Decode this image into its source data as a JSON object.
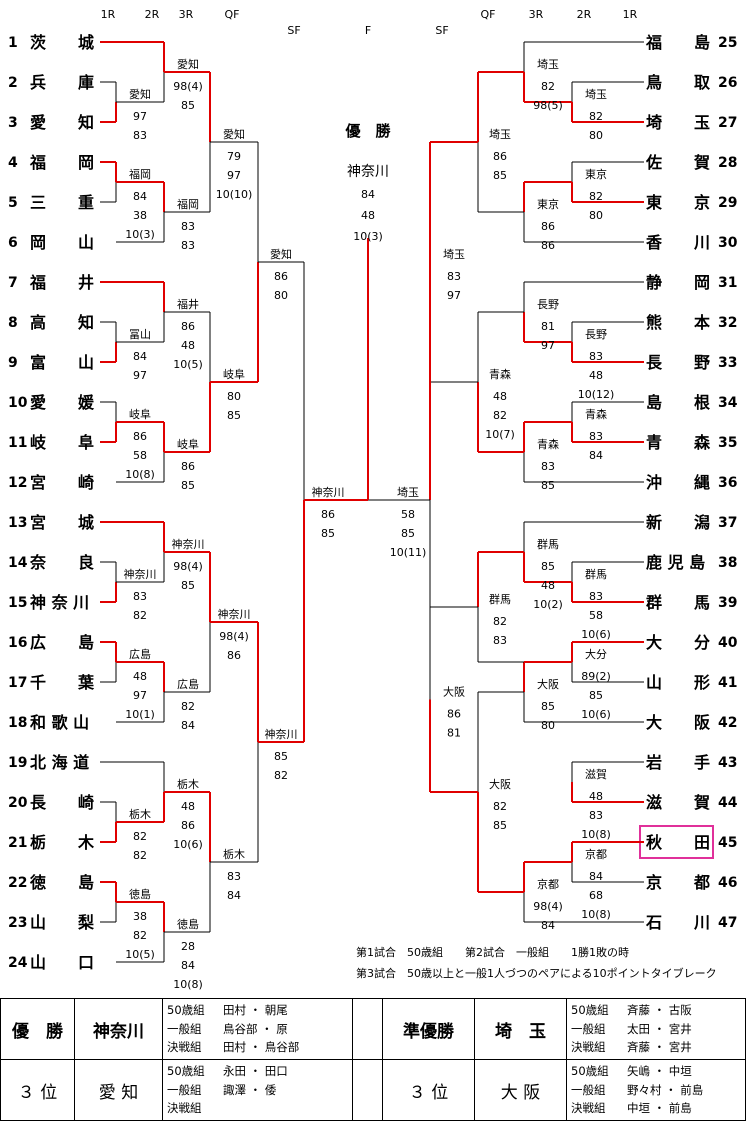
{
  "round_labels": {
    "left": [
      "1R",
      "2R",
      "3R",
      "QF"
    ],
    "right": [
      "QF",
      "3R",
      "2R",
      "1R"
    ],
    "center": [
      "SF",
      "F",
      "SF"
    ]
  },
  "champion": {
    "title": "優　勝",
    "name": "神奈川",
    "scores": [
      "84",
      "48",
      "10(3)"
    ]
  },
  "left_teams": [
    {
      "num": "1",
      "name": "茨　　城"
    },
    {
      "num": "2",
      "name": "兵　　庫"
    },
    {
      "num": "3",
      "name": "愛　　知"
    },
    {
      "num": "4",
      "name": "福　　岡"
    },
    {
      "num": "5",
      "name": "三　　重"
    },
    {
      "num": "6",
      "name": "岡　　山"
    },
    {
      "num": "7",
      "name": "福　　井"
    },
    {
      "num": "8",
      "name": "高　　知"
    },
    {
      "num": "9",
      "name": "富　　山"
    },
    {
      "num": "10",
      "name": "愛　　媛"
    },
    {
      "num": "11",
      "name": "岐　　阜"
    },
    {
      "num": "12",
      "name": "宮　　崎"
    },
    {
      "num": "13",
      "name": "宮　　城"
    },
    {
      "num": "14",
      "name": "奈　　良"
    },
    {
      "num": "15",
      "name": "神 奈 川"
    },
    {
      "num": "16",
      "name": "広　　島"
    },
    {
      "num": "17",
      "name": "千　　葉"
    },
    {
      "num": "18",
      "name": "和 歌 山"
    },
    {
      "num": "19",
      "name": "北 海 道"
    },
    {
      "num": "20",
      "name": "長　　崎"
    },
    {
      "num": "21",
      "name": "栃　　木"
    },
    {
      "num": "22",
      "name": "徳　　島"
    },
    {
      "num": "23",
      "name": "山　　梨"
    },
    {
      "num": "24",
      "name": "山　　口"
    }
  ],
  "right_teams": [
    {
      "num": "25",
      "name": "福　　島"
    },
    {
      "num": "26",
      "name": "鳥　　取"
    },
    {
      "num": "27",
      "name": "埼　　玉"
    },
    {
      "num": "28",
      "name": "佐　　賀"
    },
    {
      "num": "29",
      "name": "東　　京"
    },
    {
      "num": "30",
      "name": "香　　川"
    },
    {
      "num": "31",
      "name": "静　　岡"
    },
    {
      "num": "32",
      "name": "熊　　本"
    },
    {
      "num": "33",
      "name": "長　　野"
    },
    {
      "num": "34",
      "name": "島　　根"
    },
    {
      "num": "35",
      "name": "青　　森"
    },
    {
      "num": "36",
      "name": "沖　　縄"
    },
    {
      "num": "37",
      "name": "新　　潟"
    },
    {
      "num": "38",
      "name": "鹿 児 島"
    },
    {
      "num": "39",
      "name": "群　　馬"
    },
    {
      "num": "40",
      "name": "大　　分"
    },
    {
      "num": "41",
      "name": "山　　形"
    },
    {
      "num": "42",
      "name": "大　　阪"
    },
    {
      "num": "43",
      "name": "岩　　手"
    },
    {
      "num": "44",
      "name": "滋　　賀"
    },
    {
      "num": "45",
      "name": "秋　　田"
    },
    {
      "num": "46",
      "name": "京　　都"
    },
    {
      "num": "47",
      "name": "石　　川"
    }
  ],
  "matches": [
    {
      "id": "L2_1",
      "winner": "愛知",
      "scores": [
        "97",
        "83"
      ]
    },
    {
      "id": "L3_1",
      "winner": "愛知",
      "scores": [
        "98(4)",
        "85"
      ]
    },
    {
      "id": "L2_2",
      "winner": "福岡",
      "scores": [
        "84",
        "38",
        "10(3)"
      ]
    },
    {
      "id": "L3_2",
      "winner": "福岡",
      "scores": [
        "83",
        "83"
      ]
    },
    {
      "id": "LQF_1",
      "winner": "愛知",
      "scores": [
        "79",
        "97",
        "10(10)"
      ]
    },
    {
      "id": "L2_3",
      "winner": "冨山",
      "scores": [
        "84",
        "97"
      ]
    },
    {
      "id": "L3_3",
      "winner": "福井",
      "scores": [
        "86",
        "48",
        "10(5)"
      ]
    },
    {
      "id": "L2_4",
      "winner": "岐阜",
      "scores": [
        "86",
        "58",
        "10(8)"
      ]
    },
    {
      "id": "L3_4",
      "winner": "岐阜",
      "scores": [
        "86",
        "85"
      ]
    },
    {
      "id": "LQF_2",
      "winner": "岐阜",
      "scores": [
        "80",
        "85"
      ]
    },
    {
      "id": "LSF_1",
      "winner": "愛知",
      "scores": [
        "86",
        "80"
      ]
    },
    {
      "id": "L2_5",
      "winner": "神奈川",
      "scores": [
        "83",
        "82"
      ]
    },
    {
      "id": "L3_5",
      "winner": "神奈川",
      "scores": [
        "98(4)",
        "85"
      ]
    },
    {
      "id": "L2_6",
      "winner": "広島",
      "scores": [
        "48",
        "97",
        "10(1)"
      ]
    },
    {
      "id": "L3_6",
      "winner": "広島",
      "scores": [
        "82",
        "84"
      ]
    },
    {
      "id": "LQF_3",
      "winner": "神奈川",
      "scores": [
        "98(4)",
        "86"
      ]
    },
    {
      "id": "L2_7",
      "winner": "栃木",
      "scores": [
        "82",
        "82"
      ]
    },
    {
      "id": "L3_7",
      "winner": "栃木",
      "scores": [
        "48",
        "86",
        "10(6)"
      ]
    },
    {
      "id": "L2_8",
      "winner": "徳島",
      "scores": [
        "38",
        "82",
        "10(5)"
      ]
    },
    {
      "id": "L3_8",
      "winner": "徳島",
      "scores": [
        "28",
        "84",
        "10(8)"
      ]
    },
    {
      "id": "LQF_4",
      "winner": "栃木",
      "scores": [
        "83",
        "84"
      ]
    },
    {
      "id": "LSF_2",
      "winner": "神奈川",
      "scores": [
        "85",
        "82"
      ]
    },
    {
      "id": "LF",
      "winner": "神奈川",
      "scores": [
        "86",
        "85"
      ]
    },
    {
      "id": "R2_1",
      "winner": "埼玉",
      "scores": [
        "82",
        "80"
      ]
    },
    {
      "id": "R3_1",
      "winner": "埼玉",
      "scores": [
        "82",
        "98(5)"
      ]
    },
    {
      "id": "R2_2",
      "winner": "東京",
      "scores": [
        "82",
        "80"
      ]
    },
    {
      "id": "R3_2",
      "winner": "東京",
      "scores": [
        "86",
        "86"
      ]
    },
    {
      "id": "RQF_1",
      "winner": "埼玉",
      "scores": [
        "86",
        "85"
      ]
    },
    {
      "id": "R3_3",
      "winner": "長野",
      "scores": [
        "81",
        "97"
      ]
    },
    {
      "id": "R2_3",
      "winner": "長野",
      "scores": [
        "83",
        "48",
        "10(12)"
      ]
    },
    {
      "id": "R2_4",
      "winner": "青森",
      "scores": [
        "83",
        "84"
      ]
    },
    {
      "id": "R3_4",
      "winner": "青森",
      "scores": [
        "83",
        "85"
      ]
    },
    {
      "id": "RQF_2",
      "winner": "青森",
      "scores": [
        "48",
        "82",
        "10(7)"
      ]
    },
    {
      "id": "RSF_1",
      "winner": "埼玉",
      "scores": [
        "83",
        "97"
      ]
    },
    {
      "id": "R3_5",
      "winner": "群馬",
      "scores": [
        "85",
        "48",
        "10(2)"
      ]
    },
    {
      "id": "R2_5",
      "winner": "群馬",
      "scores": [
        "83",
        "58",
        "10(6)"
      ]
    },
    {
      "id": "R2_6",
      "winner": "大分",
      "scores": [
        "89(2)",
        "85",
        "10(6)"
      ]
    },
    {
      "id": "RQF_3",
      "winner": "群馬",
      "scores": [
        "82",
        "83"
      ]
    },
    {
      "id": "R3_6",
      "winner": "大阪",
      "scores": [
        "85",
        "80"
      ]
    },
    {
      "id": "R2_7",
      "winner": "滋賀",
      "scores": [
        "48",
        "83",
        "10(8)"
      ]
    },
    {
      "id": "R2_8",
      "winner": "京都",
      "scores": [
        "84",
        "68",
        "10(8)"
      ]
    },
    {
      "id": "R3_7",
      "winner": "京都",
      "scores": [
        "98(4)",
        "84"
      ]
    },
    {
      "id": "RQF_4",
      "winner": "大阪",
      "scores": [
        "82",
        "85"
      ]
    },
    {
      "id": "RSF_2",
      "winner": "大阪",
      "scores": [
        "86",
        "81"
      ]
    },
    {
      "id": "RF",
      "winner": "埼玉",
      "scores": [
        "58",
        "85",
        "10(11)"
      ]
    }
  ],
  "notes": [
    "第1試合　50歳組　　第2試合　一般組　　1勝1敗の時",
    "第3試合　50歳以上と一般1人づつのペアによる10ポイントタイブレーク"
  ],
  "colors": {
    "win_line": "#e00000",
    "line": "#000000",
    "highlight": "#e0309a"
  },
  "summary": [
    {
      "left": {
        "rank": "優　勝",
        "team": "神奈川",
        "rows": [
          {
            "group": "50歳組",
            "players": "田村 ・ 朝尾"
          },
          {
            "group": "一般組",
            "players": "鳥谷部 ・ 原"
          },
          {
            "group": "決戦組",
            "players": "田村 ・ 鳥谷部"
          }
        ]
      },
      "right": {
        "rank": "準優勝",
        "team": "埼　玉",
        "rows": [
          {
            "group": "50歳組",
            "players": "斉藤 ・ 古阪"
          },
          {
            "group": "一般組",
            "players": "太田 ・ 宮井"
          },
          {
            "group": "決戦組",
            "players": "斉藤 ・ 宮井"
          }
        ]
      }
    },
    {
      "left": {
        "rank": "３ 位",
        "team": "愛 知",
        "rows": [
          {
            "group": "50歳組",
            "players": "永田 ・ 田口"
          },
          {
            "group": "一般組",
            "players": "諏澤 ・ 倭"
          },
          {
            "group": "決戦組",
            "players": ""
          }
        ]
      },
      "right": {
        "rank": "３ 位",
        "team": "大 阪",
        "rows": [
          {
            "group": "50歳組",
            "players": "矢嶋 ・ 中垣"
          },
          {
            "group": "一般組",
            "players": "野々村 ・ 前島"
          },
          {
            "group": "決戦組",
            "players": "中垣 ・ 前島"
          }
        ]
      }
    }
  ]
}
